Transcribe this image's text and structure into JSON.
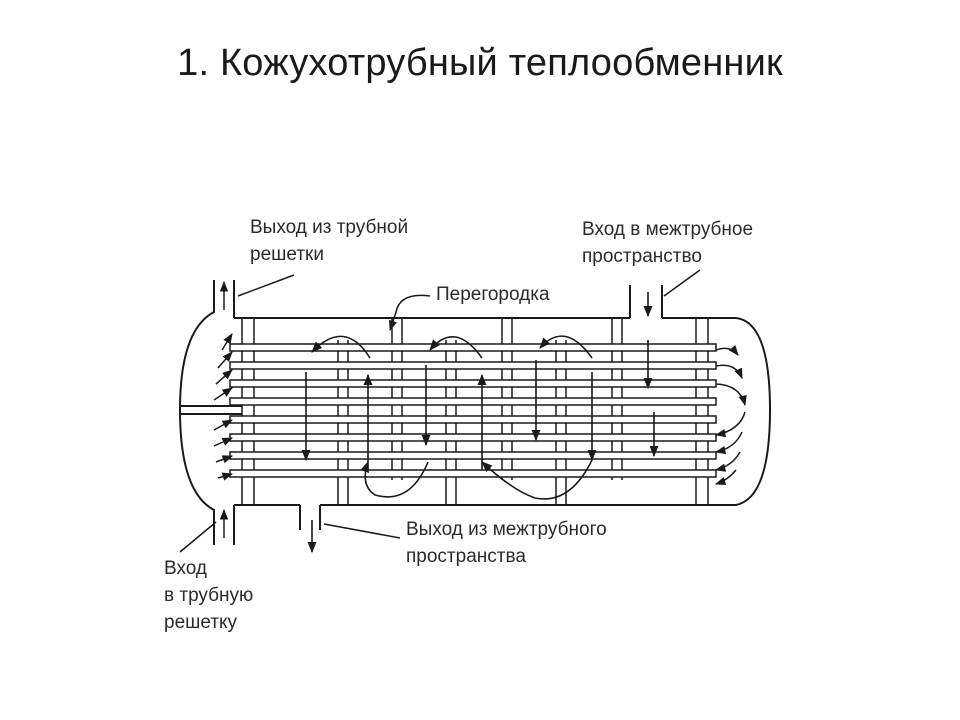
{
  "title": "1. Кожухотрубный теплообменник",
  "labels": {
    "tube_outlet": {
      "line1": "Выход из трубной",
      "line2": "решетки"
    },
    "shell_inlet": {
      "line1": "Вход в межтрубное",
      "line2": "пространство"
    },
    "baffle": {
      "text": "Перегородка"
    },
    "shell_outlet": {
      "line1": "Выход из межтрубного",
      "line2": "пространства"
    },
    "tube_inlet": {
      "line1": "Вход",
      "line2": "в трубную",
      "line3": "решетку"
    }
  },
  "colors": {
    "ink": "#1a1a1a",
    "background": "#ffffff"
  }
}
